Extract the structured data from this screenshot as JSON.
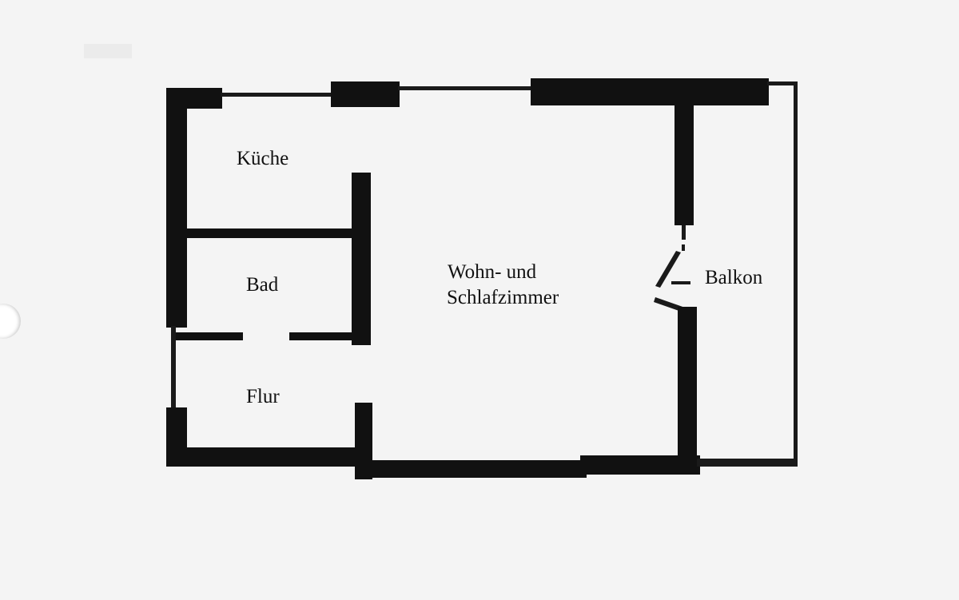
{
  "rooms": {
    "kitchen": "Küche",
    "bathroom": "Bad",
    "living_line1": "Wohn- und",
    "living_line2": "Schlafzimmer",
    "hallway": "Flur",
    "balcony": "Balkon"
  },
  "colors": {
    "wall": "#111111",
    "paper": "#f4f4f4"
  }
}
